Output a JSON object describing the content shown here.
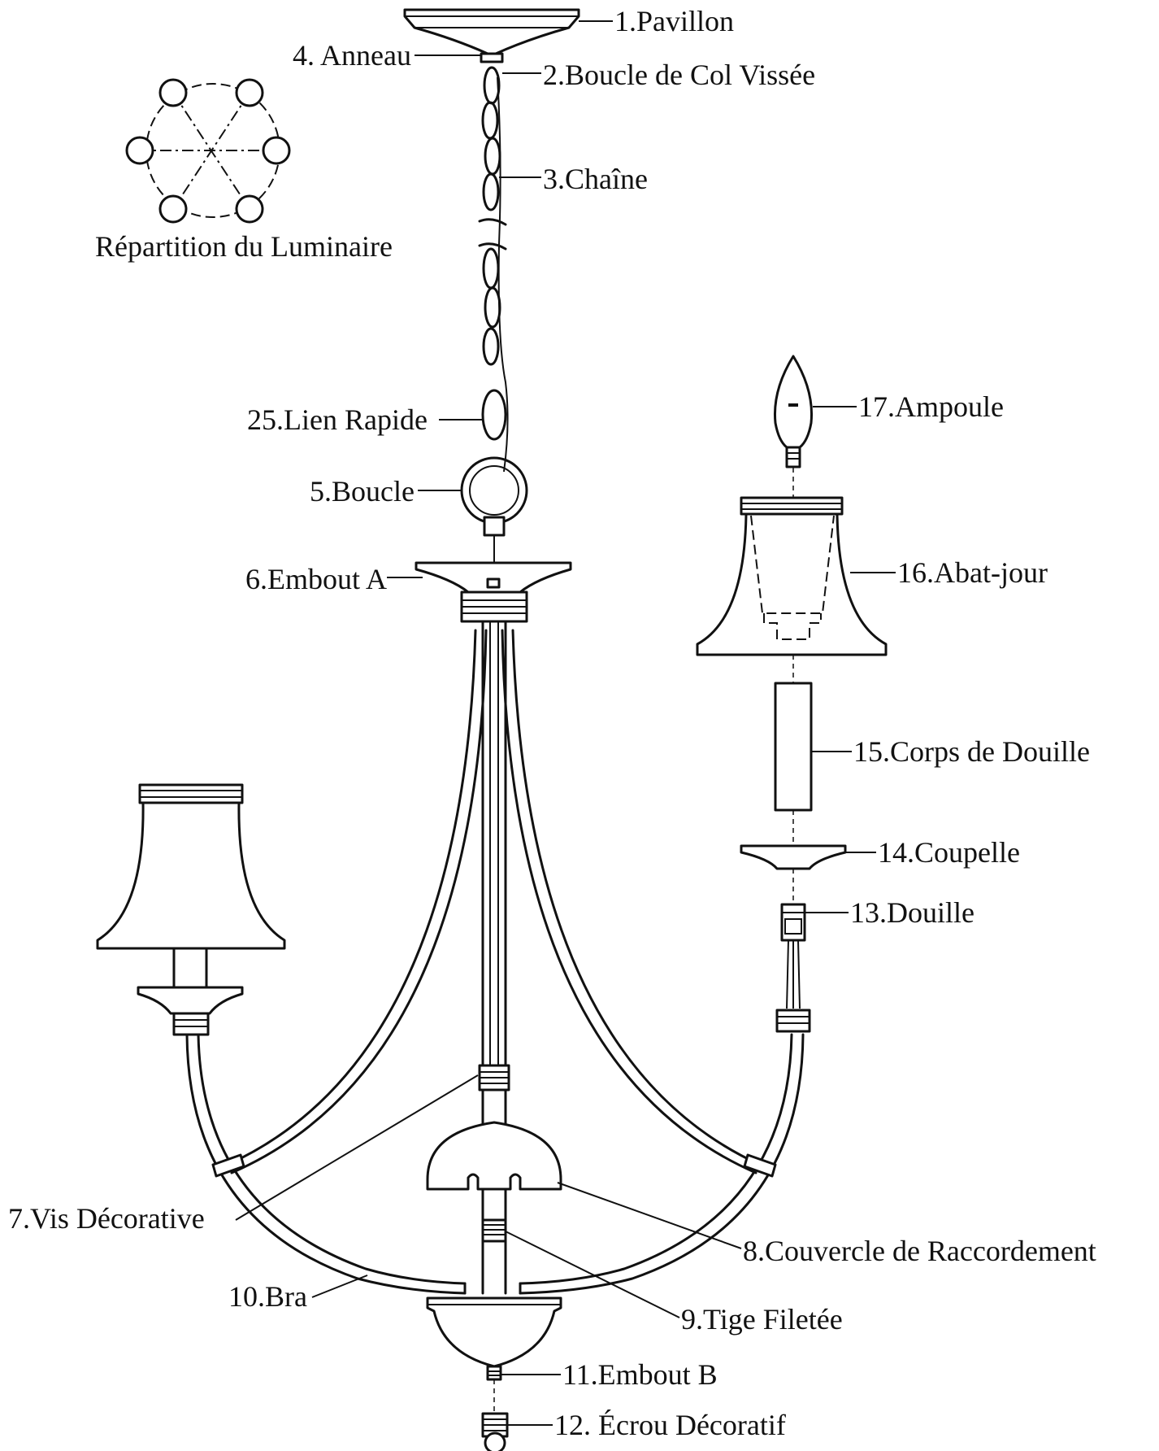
{
  "layout_diagram": {
    "caption": "Répartition du Luminaire",
    "arm_count": 6
  },
  "parts": [
    {
      "key": "p1",
      "label": "1.Pavillon"
    },
    {
      "key": "p2",
      "label": "2.Boucle de Col Vissée"
    },
    {
      "key": "p3",
      "label": "3.Chaîne"
    },
    {
      "key": "p4",
      "label": "4. Anneau"
    },
    {
      "key": "p5",
      "label": "5.Boucle"
    },
    {
      "key": "p6",
      "label": "6.Embout A"
    },
    {
      "key": "p7",
      "label": "7.Vis Décorative"
    },
    {
      "key": "p8",
      "label": "8.Couvercle de Raccordement"
    },
    {
      "key": "p9",
      "label": "9.Tige Filetée"
    },
    {
      "key": "p10",
      "label": "10.Bra"
    },
    {
      "key": "p11",
      "label": "11.Embout B"
    },
    {
      "key": "p12",
      "label": "12. Écrou Décoratif"
    },
    {
      "key": "p13",
      "label": "13.Douille"
    },
    {
      "key": "p14",
      "label": "14.Coupelle"
    },
    {
      "key": "p15",
      "label": "15.Corps de Douille"
    },
    {
      "key": "p16",
      "label": "16.Abat-jour"
    },
    {
      "key": "p17",
      "label": "17.Ampoule"
    },
    {
      "key": "p25",
      "label": "25.Lien Rapide"
    }
  ]
}
